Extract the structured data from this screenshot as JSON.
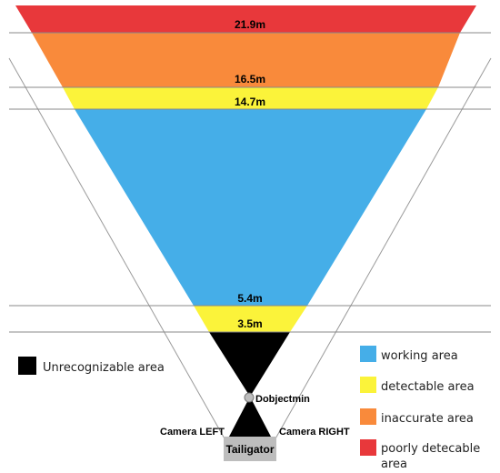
{
  "colors": {
    "poor": "#E8383B",
    "inaccurate": "#F98A3B",
    "detectable": "#FBF33A",
    "working": "#45AEE8",
    "unrecognizable": "#000000",
    "device": "#BDBDBD",
    "object_dot": "#BDBDBD",
    "lines": "#888888"
  },
  "bands": {
    "b21_9": "21.9m",
    "b16_5": "16.5m",
    "b14_7": "14.7m",
    "b5_4": "5.4m",
    "b3_5": "3.5m"
  },
  "labels": {
    "dobjectmin": "Dobjectmin",
    "camera_left": "Camera LEFT",
    "camera_right": "Camera RIGHT",
    "device": "Tailigator"
  },
  "legend": {
    "unrecognizable": "Unrecognizable area",
    "working": "working area",
    "detectable": "detectable area",
    "inaccurate": "inaccurate area",
    "poor_line1": "poorly detecable",
    "poor_line2": "area"
  }
}
